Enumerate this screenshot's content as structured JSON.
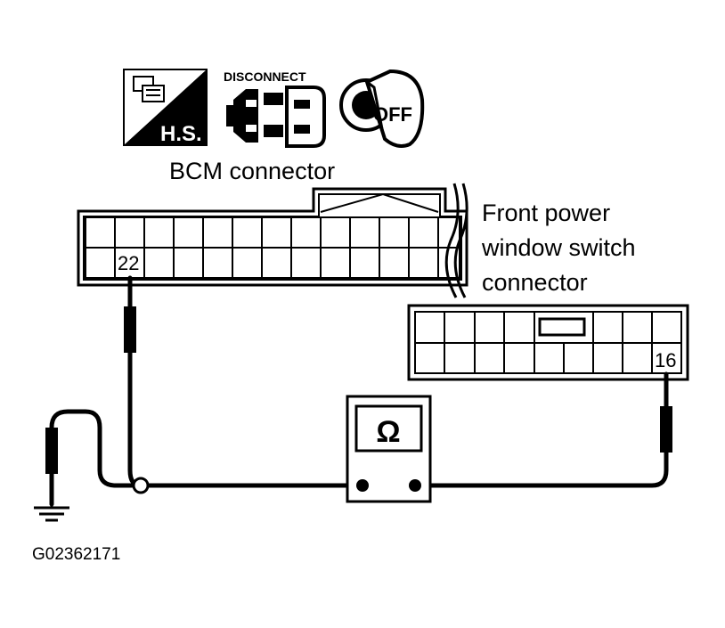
{
  "icons": {
    "harness_label": "H.S.",
    "disconnect_label": "DISCONNECT",
    "ignition_label": "OFF"
  },
  "labels": {
    "bcm_connector": "BCM connector",
    "front_switch_line1": "Front power",
    "front_switch_line2": "window switch",
    "front_switch_line3": "connector",
    "figure_id": "G02362171"
  },
  "pins": {
    "bcm_pin": "22",
    "switch_pin": "16"
  },
  "meter": {
    "symbol": "Ω"
  }
}
